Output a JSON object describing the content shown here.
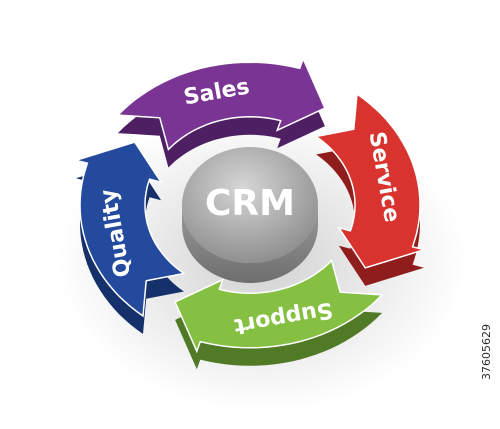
{
  "center": {
    "label": "CRM",
    "color": "#b9b9b9"
  },
  "segments": [
    {
      "id": "sales",
      "label": "Sales",
      "color": "#7a3594",
      "dark": "#4f1f63",
      "arrow": "arrow-right"
    },
    {
      "id": "service",
      "label": "Service",
      "color": "#d8332f",
      "dark": "#8f1d1b",
      "arrow": "arrow-down"
    },
    {
      "id": "support",
      "label": "Support",
      "color": "#86c043",
      "dark": "#507a25",
      "arrow": "arrow-left"
    },
    {
      "id": "quality",
      "label": "Quality",
      "color": "#234a9c",
      "dark": "#15306a",
      "arrow": "arrow-up"
    }
  ],
  "stock_id": "37605629"
}
